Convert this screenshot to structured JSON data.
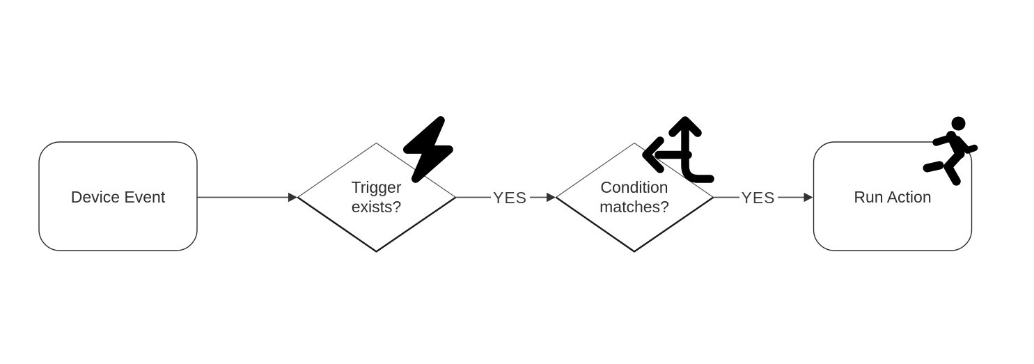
{
  "flowchart": {
    "nodes": {
      "device_event": {
        "label": "Device Event",
        "shape": "rounded-rectangle"
      },
      "trigger_exists": {
        "label": "Trigger exists?",
        "line1": "Trigger",
        "line2": "exists?",
        "shape": "diamond",
        "icon": "lightning-bolt-icon"
      },
      "condition_matches": {
        "label": "Condition matches?",
        "line1": "Condition",
        "line2": "matches?",
        "shape": "diamond",
        "icon": "arrows-split-up-and-left-icon"
      },
      "run_action": {
        "label": "Run Action",
        "shape": "rounded-rectangle",
        "icon": "person-running-icon"
      }
    },
    "edges": [
      {
        "from": "device_event",
        "to": "trigger_exists",
        "label": ""
      },
      {
        "from": "trigger_exists",
        "to": "condition_matches",
        "label": "YES"
      },
      {
        "from": "condition_matches",
        "to": "run_action",
        "label": "YES"
      }
    ],
    "colors": {
      "background": "#ffffff",
      "shape_fill": "#ffffff",
      "shape_stroke": "#2b2b2b",
      "diamond_shadow_stroke": "#1a1a1a",
      "text": "#2e2e2e",
      "edge_line": "#4d4d4d",
      "edge_label_text": "#3a3a3a",
      "arrowhead": "#333333",
      "icon": "#000000"
    }
  }
}
